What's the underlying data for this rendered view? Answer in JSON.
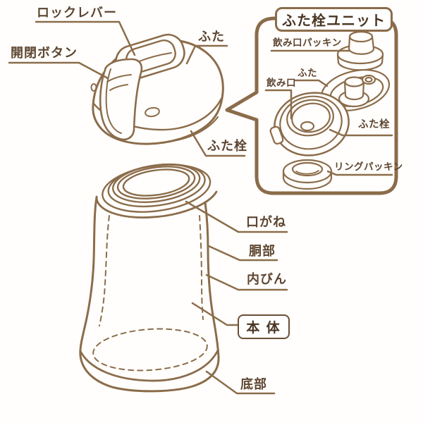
{
  "diagram": {
    "title": "ふた栓ユニット",
    "cap": {
      "lock_lever": "ロックレバー",
      "open_close_button": "開閉ボタン",
      "lid": "ふた",
      "lid_stopper": "ふた栓"
    },
    "unit": {
      "mouth_packing": "飲み口パッキン",
      "lid": "ふた",
      "mouth": "飲み口",
      "lid_stopper": "ふた栓",
      "ring_packing": "リングパッキン"
    },
    "body": {
      "mouth_ring": "口がね",
      "trunk": "胴部",
      "inner_bottle": "内びん",
      "main_body": "本 体",
      "bottom": "底部"
    },
    "colors": {
      "line": "#8b6c4a",
      "text": "#5d4530",
      "title_text": "#4a3623"
    }
  }
}
